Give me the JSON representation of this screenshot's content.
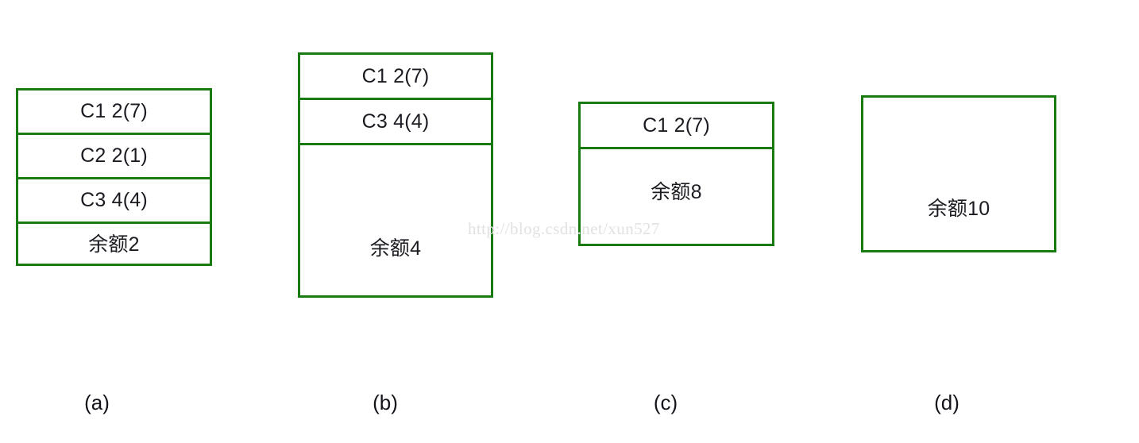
{
  "diagram": {
    "type": "memory-allocation-block-diagram",
    "border_color": "#1a7a12",
    "text_color": "#1b1b22",
    "background": "#ffffff",
    "watermark": "http://blog.csdn.net/xun527",
    "figures": [
      {
        "id": "a",
        "label": "(a)",
        "rows": [
          {
            "text": "C1 2(7)"
          },
          {
            "text": "C2 2(1)"
          },
          {
            "text": "C3 4(4)"
          },
          {
            "text": "余额2"
          }
        ]
      },
      {
        "id": "b",
        "label": "(b)",
        "rows": [
          {
            "text": "C1 2(7)"
          },
          {
            "text": "C3 4(4)"
          },
          {
            "text": "余额4"
          }
        ]
      },
      {
        "id": "c",
        "label": "(c)",
        "rows": [
          {
            "text": "C1 2(7)"
          },
          {
            "text": "余额8"
          }
        ]
      },
      {
        "id": "d",
        "label": "(d)",
        "rows": [
          {
            "text": "余额10"
          }
        ]
      }
    ]
  }
}
